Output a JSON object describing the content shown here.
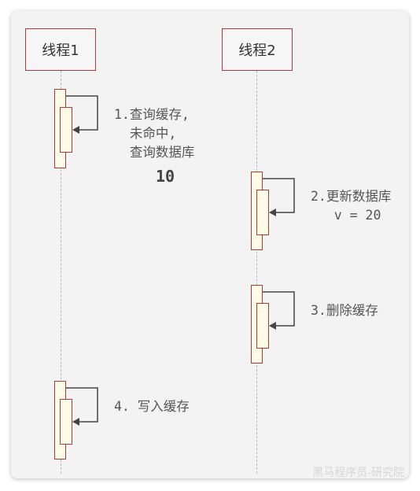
{
  "participants": {
    "thread1": "线程1",
    "thread2": "线程2"
  },
  "steps": {
    "step1": [
      "1.查询缓存,",
      "  未命中,",
      "  查询数据库"
    ],
    "step1_value": "10",
    "step2": [
      "2.更新数据库",
      "   v = 20"
    ],
    "step3": "3.删除缓存",
    "step4": "4. 写入缓存"
  },
  "watermark": "黑马程序员-研究院",
  "colors": {
    "border": "#b33a3a",
    "activation_fill": "#fefce6",
    "card_bg": "#f3f3f3"
  }
}
